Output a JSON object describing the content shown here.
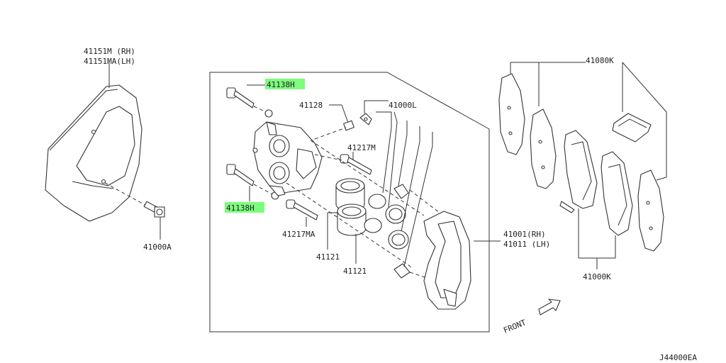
{
  "labels": {
    "cover_rh": "41151M  (RH)",
    "cover_lh": "41151MA(LH)",
    "bolt_cover": "41000A",
    "pin_bolt_top": "41138H",
    "pin_bolt_bottom": "41138H",
    "bleeder": "41128",
    "caliper_kit": "41000L",
    "sleeve_upper": "41217M",
    "sleeve_lower": "41217MA",
    "piston_a": "41121",
    "piston_b": "41121",
    "caliper_rh": "41001(RH)",
    "caliper_lh": "41011 (LH)",
    "pad_kit": "41080K",
    "pad_set": "41000K",
    "front": "FRONT",
    "ref": "J44000EA"
  },
  "highlight_color": "#7dfc7d"
}
